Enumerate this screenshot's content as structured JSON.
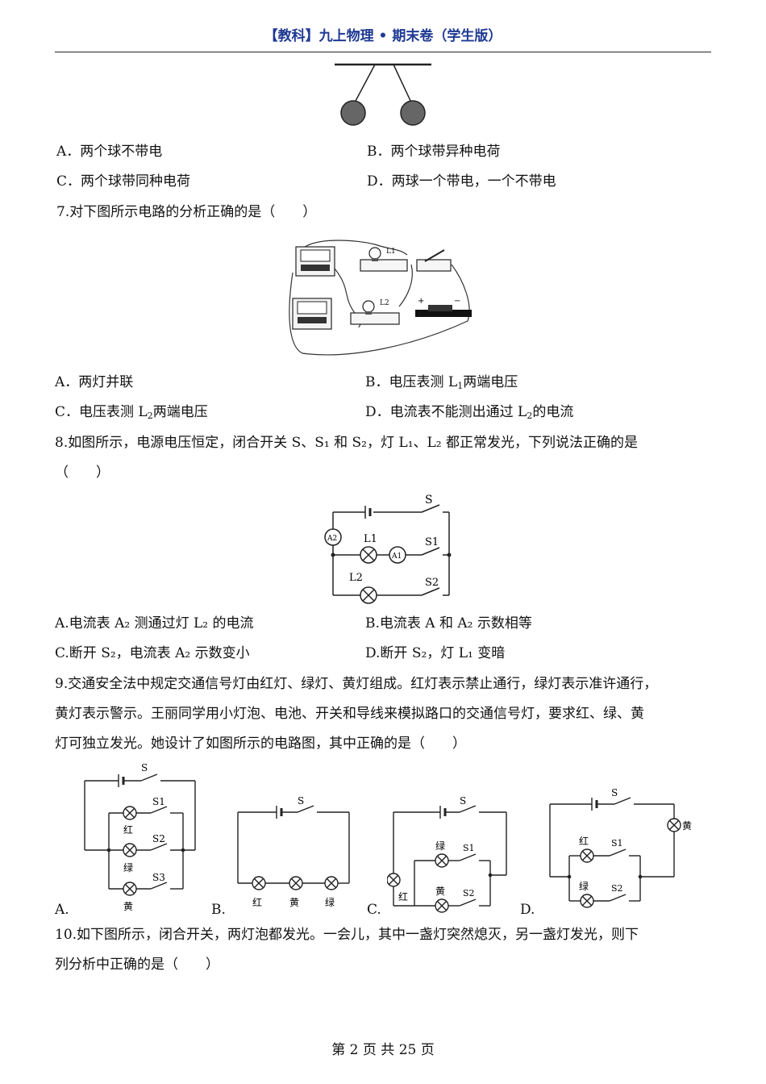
{
  "header": {
    "title": "【教科】九上物理 • 期末卷（学生版）"
  },
  "q6": {
    "options": [
      {
        "letter": "A．",
        "text": "两个球不带电"
      },
      {
        "letter": "B．",
        "text": "两个球带异种电荷"
      },
      {
        "letter": "C．",
        "text": "两个球带同种电荷"
      },
      {
        "letter": "D．",
        "text": "两球一个带电，一个不带电"
      }
    ]
  },
  "q7": {
    "stem": "7.对下图所示电路的分析正确的是（　　）",
    "figure_labels": {
      "l1": "L1",
      "l2": "L2",
      "plus": "+",
      "minus": "−"
    },
    "options": [
      {
        "letter": "A．",
        "text": "两灯并联"
      },
      {
        "letter": "B．",
        "text": "电压表测 L",
        "sub": "1",
        "after": "两端电压"
      },
      {
        "letter": "C．",
        "text": "电压表测 L",
        "sub": "2",
        "after": "两端电压"
      },
      {
        "letter": "D．",
        "text": "电流表不能测出通过 L",
        "sub": "2",
        "after": "的电流"
      }
    ]
  },
  "q8": {
    "stem_line1": "8.如图所示，电源电压恒定，闭合开关 S、S₁ 和 S₂，灯 L₁、L₂ 都正常发光，下列说法正确的是",
    "stem_line2": "（　　）",
    "figure_labels": {
      "s": "S",
      "s1": "S1",
      "s2": "S2",
      "l1": "L1",
      "l2": "L2",
      "a1": "A1",
      "a2": "A2"
    },
    "options": [
      {
        "text": "A.电流表 A₂ 测通过灯 L₂ 的电流"
      },
      {
        "text": "B.电流表 A 和 A₂ 示数相等"
      },
      {
        "text": "C.断开 S₂，电流表 A₂ 示数变小"
      },
      {
        "text": "D.断开 S₂，灯 L₁ 变暗"
      }
    ]
  },
  "q9": {
    "stem_line1": "9.交通安全法中规定交通信号灯由红灯、绿灯、黄灯组成。红灯表示禁止通行，绿灯表示准许通行，",
    "stem_line2": "黄灯表示警示。王丽同学用小灯泡、电池、开关和导线来模拟路口的交通信号灯，要求红、绿、黄",
    "stem_line3": "灯可独立发光。她设计了如图所示的电路图，其中正确的是（　　）",
    "figure_labels": {
      "s": "S",
      "s1": "S1",
      "s2": "S2",
      "s3": "S3",
      "red": "红",
      "green": "绿",
      "yellow": "黄"
    },
    "choice_letters": [
      "A.",
      "B.",
      "C.",
      "D."
    ]
  },
  "q10": {
    "stem_line1": "10.如下图所示，闭合开关，两灯泡都发光。一会儿，其中一盏灯突然熄灭，另一盏灯发光，则下",
    "stem_line2": "列分析中正确的是（　　）"
  },
  "footer": {
    "page_text": "第 2 页 共 25 页"
  }
}
